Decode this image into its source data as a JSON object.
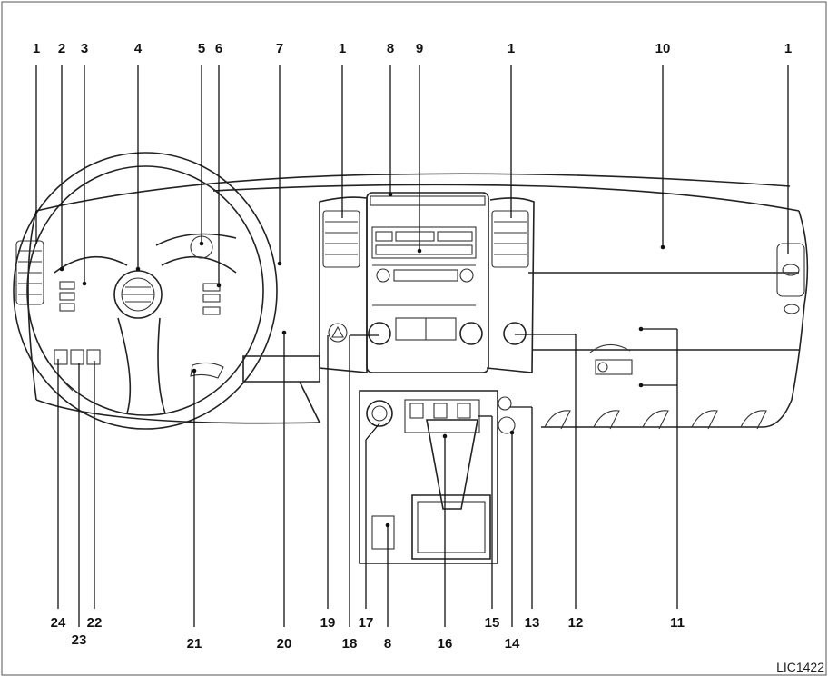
{
  "figure": {
    "code": "LIC1422"
  },
  "callouts_top": [
    "1",
    "2",
    "3",
    "4",
    "5",
    "6",
    "7",
    "1",
    "8",
    "9",
    "1",
    "10",
    "1"
  ],
  "callouts_bottom": [
    "24",
    "23",
    "22",
    "21",
    "20",
    "19",
    "18",
    "17",
    "8",
    "16",
    "15",
    "14",
    "13",
    "12",
    "11"
  ]
}
